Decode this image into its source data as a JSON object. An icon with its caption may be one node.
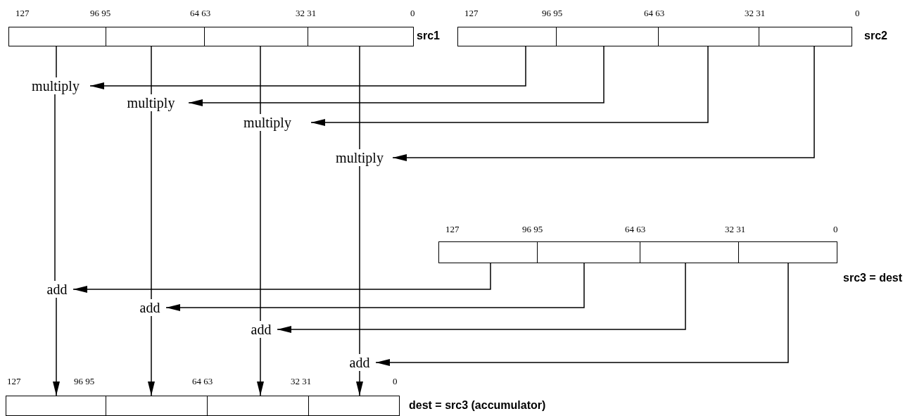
{
  "diagram": {
    "nodes": [
      {
        "text": [
          "src1"
        ]
      },
      {
        "text": [],
        "shape": "box",
        "in": 0
      },
      {
        "text": [],
        "shape": "box",
        "in": 0
      },
      {
        "text": [],
        "shape": "box",
        "in": 0
      },
      {
        "text": [],
        "shape": "box",
        "in": 0
      },
      {
        "text": [
          "src2"
        ]
      },
      {
        "text": [],
        "shape": "box",
        "in": 5
      },
      {
        "text": [],
        "shape": "box",
        "in": 5
      },
      {
        "text": [],
        "shape": "box",
        "in": 5
      },
      {
        "text": [],
        "shape": "box",
        "in": 5
      },
      {
        "text": [
          "multiply"
        ]
      },
      {
        "text": [
          "multiply"
        ]
      },
      {
        "text": [
          "multiply"
        ]
      },
      {
        "text": [
          "multiply"
        ]
      },
      {
        "text": [
          "src3 = dest"
        ]
      },
      {
        "text": [],
        "shape": "box",
        "in": 14
      },
      {
        "text": [],
        "shape": "box",
        "in": 14
      },
      {
        "text": [],
        "shape": "box",
        "in": 14
      },
      {
        "text": [],
        "shape": "box",
        "in": 14
      },
      {
        "text": [
          "add"
        ]
      },
      {
        "text": [
          "add"
        ]
      },
      {
        "text": [
          "add"
        ]
      },
      {
        "text": [
          "add"
        ]
      },
      {
        "text": [
          "dest = src3 (accumulator)"
        ]
      },
      {
        "text": [],
        "shape": "box",
        "in": 23
      },
      {
        "text": [],
        "shape": "box",
        "in": 23
      },
      {
        "text": [],
        "shape": "box",
        "in": 23
      },
      {
        "text": [],
        "shape": "box",
        "in": 23
      }
    ],
    "edges": [
      {
        "from": 1,
        "to": 10,
        "arrow": "none"
      },
      {
        "from": 2,
        "to": 11,
        "arrow": "none"
      },
      {
        "from": 3,
        "to": 12,
        "arrow": "none"
      },
      {
        "from": 4,
        "to": 13,
        "arrow": "none"
      },
      {
        "from": 6,
        "to": 10,
        "arrow": "to"
      },
      {
        "from": 7,
        "to": 11,
        "arrow": "to"
      },
      {
        "from": 8,
        "to": 12,
        "arrow": "to"
      },
      {
        "from": 9,
        "to": 13,
        "arrow": "to"
      },
      {
        "from": 10,
        "to": 19,
        "arrow": "none"
      },
      {
        "from": 11,
        "to": 20,
        "arrow": "none"
      },
      {
        "from": 12,
        "to": 21,
        "arrow": "none"
      },
      {
        "from": 13,
        "to": 22,
        "arrow": "none"
      },
      {
        "from": 15,
        "to": 19,
        "arrow": "to"
      },
      {
        "from": 16,
        "to": 20,
        "arrow": "to"
      },
      {
        "from": 17,
        "to": 21,
        "arrow": "to"
      },
      {
        "from": 18,
        "to": 22,
        "arrow": "to"
      },
      {
        "from": 19,
        "to": 24,
        "arrow": "to"
      },
      {
        "from": 20,
        "to": 25,
        "arrow": "to"
      },
      {
        "from": 21,
        "to": 26,
        "arrow": "to"
      },
      {
        "from": 22,
        "to": 27,
        "arrow": "to"
      }
    ],
    "labels": [
      "127",
      "96 95",
      "64 63",
      "32 31",
      "0",
      "127",
      "96 95",
      "64 63",
      "32 31",
      "0",
      "127",
      "96 95",
      "64 63",
      "32 31",
      "0",
      "127",
      "96 95",
      "64 63",
      "32 31",
      "0"
    ]
  }
}
